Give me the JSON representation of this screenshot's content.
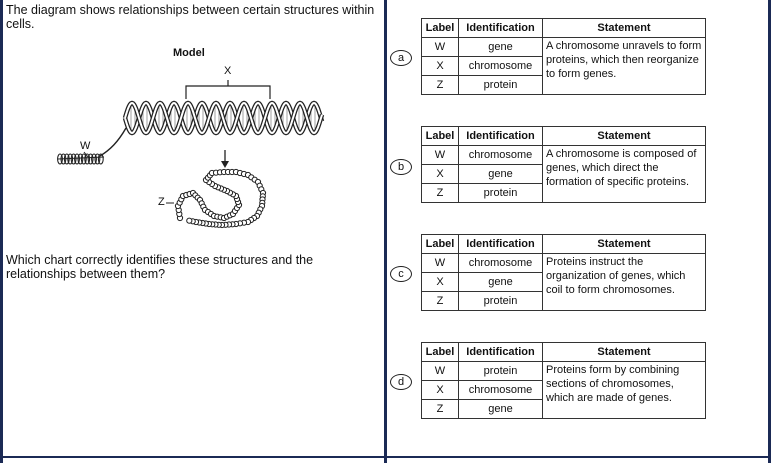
{
  "intro": "The diagram shows relationships between certain structures within cells.",
  "question": "Which chart correctly identifies these structures and the relationships between them?",
  "model": {
    "title": "Model",
    "label_x": "X",
    "label_w": "W",
    "label_z": "Z"
  },
  "headers": {
    "label": "Label",
    "identification": "Identification",
    "statement": "Statement"
  },
  "options": [
    {
      "letter": "a",
      "rows": [
        {
          "label": "W",
          "id": "gene"
        },
        {
          "label": "X",
          "id": "chromosome"
        },
        {
          "label": "Z",
          "id": "protein"
        }
      ],
      "statement": "A chromosome unravels to form proteins, which then reorganize to form genes."
    },
    {
      "letter": "b",
      "rows": [
        {
          "label": "W",
          "id": "chromosome"
        },
        {
          "label": "X",
          "id": "gene"
        },
        {
          "label": "Z",
          "id": "protein"
        }
      ],
      "statement": "A chromosome is composed of genes, which direct the formation of specific proteins."
    },
    {
      "letter": "c",
      "rows": [
        {
          "label": "W",
          "id": "chromosome"
        },
        {
          "label": "X",
          "id": "gene"
        },
        {
          "label": "Z",
          "id": "protein"
        }
      ],
      "statement": "Proteins instruct the organization of genes, which coil to form chromosomes."
    },
    {
      "letter": "d",
      "rows": [
        {
          "label": "W",
          "id": "protein"
        },
        {
          "label": "X",
          "id": "chromosome"
        },
        {
          "label": "Z",
          "id": "gene"
        }
      ],
      "statement": "Proteins form by combining sections of chromosomes, which are made of genes."
    }
  ]
}
